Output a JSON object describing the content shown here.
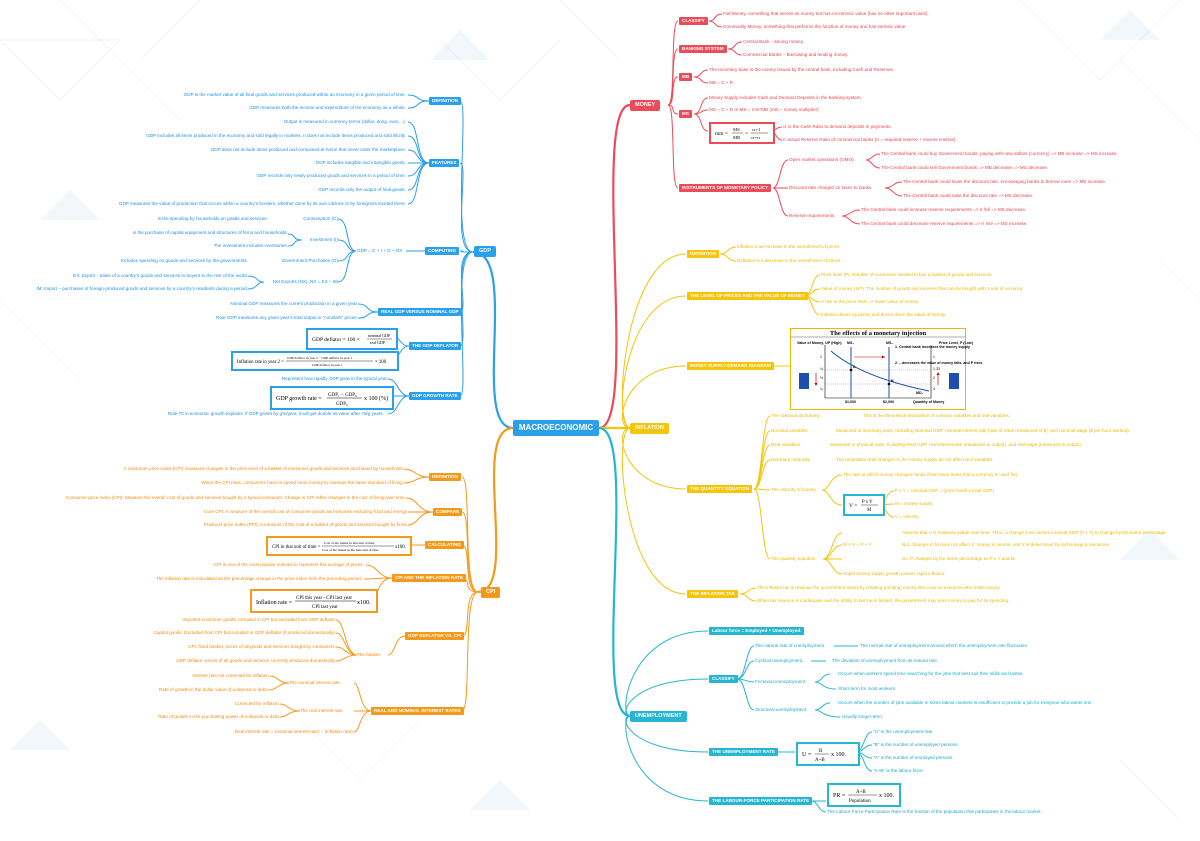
{
  "root": "MACROECONOMIC",
  "gdp": {
    "label": "GDP",
    "definition": {
      "label": "DEFINITION",
      "items": [
        "GDP is the market value of all final goods and services produced within an economy in a given period of time.",
        "GDP measures both the income and expenditure of the economy as a whole."
      ]
    },
    "features": {
      "label": "FEATURES",
      "items": [
        "Output is measured in currency terms (dollar, dong, euro…).",
        "GDP includes all items produced in the economy and sold legally in markets. It does not include items produced and sold illicitly.",
        "GDP does not include items produced and consumed at home that never enter the marketplace.",
        "GDP includes tangible and intangible goods.",
        "GDP records only newly produced goods and services in a period of time.",
        "GDP records only the output of final goods.",
        "GDP measures the value of production that occurs within a country’s borders, whether done by its own citizens or by foreigners located there."
      ]
    },
    "computing": {
      "label": "COMPUTING",
      "formula": "GDP = C + I + G + NX",
      "c_label": "Consumption (C)",
      "c_desc": "is the spending by households on goods and services.",
      "i_label": "Investment (I)",
      "i_desc1": "is the purchase of capital equipment and structures of firms and households.",
      "i_desc2": "The investment includes inventories.",
      "g_label": "Government Purchases (G)",
      "g_desc": "Includes spending on goods and services by the governments.",
      "nx_label": "Net Exports (NX): NX = EX – IM",
      "nx_desc1": "EX: Export - Sales of a country’s goods and services to buyers in the rest of the world.",
      "nx_desc2": "IM: Import – purchases of foreign-produced goods and services by a country’s residents during a period."
    },
    "real_vs_nominal": {
      "label": "REAL GDP VERSUS NOMINAL GDP",
      "items": [
        "Nominal GDP measures the current production in a given year.",
        "Real GDP measures any given year’s total output in “constant” prices."
      ]
    },
    "deflator": {
      "label": "THE GDP DEFLATOR",
      "f1": "GDP deflator = 100 × nominal GDP / real GDP",
      "f2": "Inflation rate in year 2 = (GDP deflator in year 2 − GDP deflator in year 1) / GDP deflator in year 1 × 100"
    },
    "growth": {
      "label": "GDP GROWTH RATE",
      "items": [
        "Represent how rapidly GDP grew in the typical year.",
        "Rule 70 in economic growth explains: if GDP grows by g%/year, it will get double its value after 70/g years."
      ],
      "formula": "GDP growth rate = (GDP₁ − GDP₀) / GDP₀ × 100 (%)."
    }
  },
  "cpi": {
    "label": "CPI",
    "definition": {
      "label": "DEFINITION",
      "items": [
        "A consumer price index (CPI) measures changes in the price level of a basket of consumer goods and services purchased by households.",
        "When the CPI rises, consumers have to spend more money to maintain the same standard of living."
      ]
    },
    "compare": {
      "label": "COMPARE",
      "items": [
        "Consumer price index (CPI): Measure the overall cost of goods and services bought by a typical consumer. Change in CPI reflex changes in the cost of living over time.",
        "Core CPI: A measure of the overall cost of consumer goods and services excluding food and energy.",
        "Producer price index (PPI): A measure of the cost of a basket of goods and services bought by firms."
      ]
    },
    "calculating": {
      "label": "CALCULATING",
      "formula": "CPI in that unit of time = Cost of the basket in that unit of time / Cost of the basket in the base unit of time × 100."
    },
    "inflation": {
      "label": "CPI AND THE INFLATION RATE",
      "items": [
        "CPI is one of the most popular indexes to represent the average of prices.",
        "The inflation rate is calculated as the percentage change in the price index from the preceding period."
      ],
      "formula": "Inflation rate = (CPI this year − CPI last year) / CPI last year × 100."
    },
    "deflator_vs": {
      "label": "GDP DEFLATOR VS. CPI",
      "basket": "The basket.",
      "items": [
        "Imported consumer goods: Included in CPI but excluded from GDP deflator.",
        "Capital goods: Excluded from CPI but included in GDP deflator (if produced domestically).",
        "CPI: fixed basket; prices of all goods and services bought by consumers.",
        "GDP deflator: prices of all goods and services currently produced domestically."
      ]
    },
    "real_nominal": {
      "label": "REAL AND NOMINAL INTEREST RATES",
      "nominal": "The nominal interest rate.",
      "real": "The real interest rate.",
      "n_items": [
        "Interest rate not corrected for inflation.",
        "Rate of growth in the dollar value of a deposit or debt."
      ],
      "r_items": [
        "Corrected for inflation.",
        "Rate of growth in the purchasing power of a deposit or debt."
      ],
      "eq": "Real interest rate = (nominal interest rate) – (inflation rate)."
    }
  },
  "money": {
    "label": "MONEY",
    "classify": {
      "label": "CLASSIFY",
      "items": [
        "Fiat Money: something that serves as money but has no intrinsic value (has no other important uses).",
        "Commodity Money: something that performs the function of money and has intrinsic value."
      ]
    },
    "banking": {
      "label": "BANKING SYSTEM",
      "items": [
        "Central Bank - issuing money.",
        "Commercial Banks – Borrowing and lending money."
      ]
    },
    "mb": {
      "label": "MB",
      "items": [
        "The monetary base is the money issued by the central bank, including Cash and Reserves.",
        "MB = C + R."
      ]
    },
    "ms": {
      "label": "MS",
      "items": [
        "Money Supply includes Cash and Demand Deposits in the banking system.",
        "MS = C + D or MS = mm*MB (mm – money multiplier)",
        "cr is the Cash Ratio to demand deposits in payments.",
        "rr actual Reserve Ratio of commercial banks (rr = required reserve + excess reserve)."
      ],
      "formula": "mm = MS/MB = (cr+1)/(cr+rr)"
    },
    "instruments": {
      "label": "INSTRUMENTS OF MONETARY POLICY",
      "omo": "Open market operations (OMO).",
      "omo_items": [
        "The Central bank could buy Government bonds, paying with new dollars (currency) => MB increase => MS increase.",
        "The Central bank could sell Government bonds => MB decrease => MS decrease."
      ],
      "discount": "Discount rate charged on loans to banks.",
      "discount_items": [
        "The Central bank could lower the discount rate, encouraging banks to borrow more => MS increase.",
        "The Central bank could raise the discount rate => MS decrease."
      ],
      "reserve": "Reserve requirements.",
      "reserve_items": [
        "The Central bank could increase reserve requirements => rr fell => MS decrease.",
        "The Central bank could decrease reserve requirements => rr rise => MS increase."
      ]
    }
  },
  "inflation": {
    "label": "INFLATION",
    "definition": {
      "label": "DEFINITION",
      "items": [
        "Inflation is an increase in the overall level of prices.",
        "Deflation is a decrease in the overall level of prices."
      ]
    },
    "level": {
      "label": "THE LEVEL OF PRICES AND THE VALUE OF MONEY",
      "items": [
        "Price level (P): Number of currencies needed to buy a basket of goods and services.",
        "Value of money (1/P): The number of goods and services that can be bought with 1 unit of currency.",
        "A rise in the price level => lower value of money.",
        "Inflation drives up prices and drives down the value of money."
      ]
    },
    "diagram": {
      "label": "MONEY SUPPLY-DEMAND DIAGRAM",
      "title": "The effects of a monetary injection",
      "value_label": "Value of Money, 1/P (High)",
      "price_label": "Price Level, P (Low)",
      "ms1": "MS₁",
      "ms2": "MS₂",
      "injection": "1. Central bank increases the money supply",
      "result": "2. ...decreases the value of money falls, and P rises",
      "md": "MD₁",
      "x1": "$1,000",
      "x2": "$2,000",
      "xlabel": "Quantity of Money",
      "ya": "A",
      "yb": "B",
      "v1": "1",
      "v2": "¾",
      "v3": "½",
      "v4": "¼",
      "p1": "1",
      "p2": "1.33",
      "p3": "2",
      "p4": "4"
    },
    "qty": {
      "label": "THE QUANTITY EQUATION",
      "dichotomy": "The classical dichotomy.",
      "dichotomy_desc": "This is the theoretical separation of nominal variables and real variables.",
      "nominal": "Nominal variables.",
      "nominal_desc": "Measured in monetary units. Including Nominal GDP, nominal interest rate (rate of return measured in $), and nominal wage ($ per hour worked).",
      "real": "Real variables.",
      "real_desc": "Measured in physical units. Including Real GDP, real interest rate (measured in output), and real wage (measured in output).",
      "neutrality": "Monetary neutrality.",
      "neutrality_desc": "The proposition that changes in the money supply do not affect real variables.",
      "velocity": "The velocity of money.",
      "velocity_items": [
        "The rate at which money changes hands (how many times that a currency is used for).",
        "P x Y = nominal GDP = (price level) x (real GDP)",
        "M = money supply.",
        "V = velocity."
      ],
      "velocity_formula": "V = (P × Y) / M",
      "qeq": "The quantity equation.",
      "qeq_formula": "M × V = P × Y",
      "qeq_items": [
        "Assume that V is relatively stable over time. Then, a change in M causes nominal GDP (P x Y) to change by the same percentage.",
        "But, changes in M does not affect Y: money is neutral, and Y is determined by technology & resources.",
        "So, P changes by the same percentage as P x Y and M.",
        "Rapid money supply growth causes rapid inflation."
      ]
    },
    "tax": {
      "label": "THE INFLATION TAX",
      "items": [
        "The inflation tax is revenue the government raises by creating (printing) money like a tax on everyone who holds money.",
        "When tax revenue is inadequate and the ability to borrow is limited, the government may print money to pay for its spending."
      ]
    }
  },
  "unemployment": {
    "label": "UNEMPLOYMENT",
    "labour": "Labour force = Employed + Unemployed.",
    "classify": {
      "label": "CLASSIFY",
      "natural": "The natural rate of unemployment.",
      "natural_desc": "The normal rate of unemployment around which the unemployment rate fluctuates.",
      "cyclical": "Cyclical unemployment.",
      "cyclical_desc": "The deviation of unemployment from its natural rate.",
      "frictional": "Frictional unemployment.",
      "frictional_items": [
        "Occurs when workers spend time searching for the jobs that best suit their skills and tastes.",
        "Short-term for most workers."
      ],
      "structural": "Structural unemployment.",
      "structural_items": [
        "Occurs when the number of jobs available in some labour markets is insufficient to provide a job for everyone who wants one.",
        "Usually longer-term."
      ]
    },
    "rate": {
      "label": "THE UNEMPLOYMENT RATE",
      "formula": "U = B / (A+B) × 100.",
      "items": [
        "\"U\" is the unemployment rate.",
        "\"B\" is the number of unemployed persons.",
        "\"A\" is the number of employed persons.",
        "\"A+B\" is the labour force."
      ]
    },
    "participation": {
      "label": "THE LABOUR-FORCE PARTICIPATION RATE",
      "formula": "PR = (A+B) / Population × 100.",
      "desc": "The Labour Force Participation Rate is the fraction of the population that participates in the labour market."
    }
  }
}
